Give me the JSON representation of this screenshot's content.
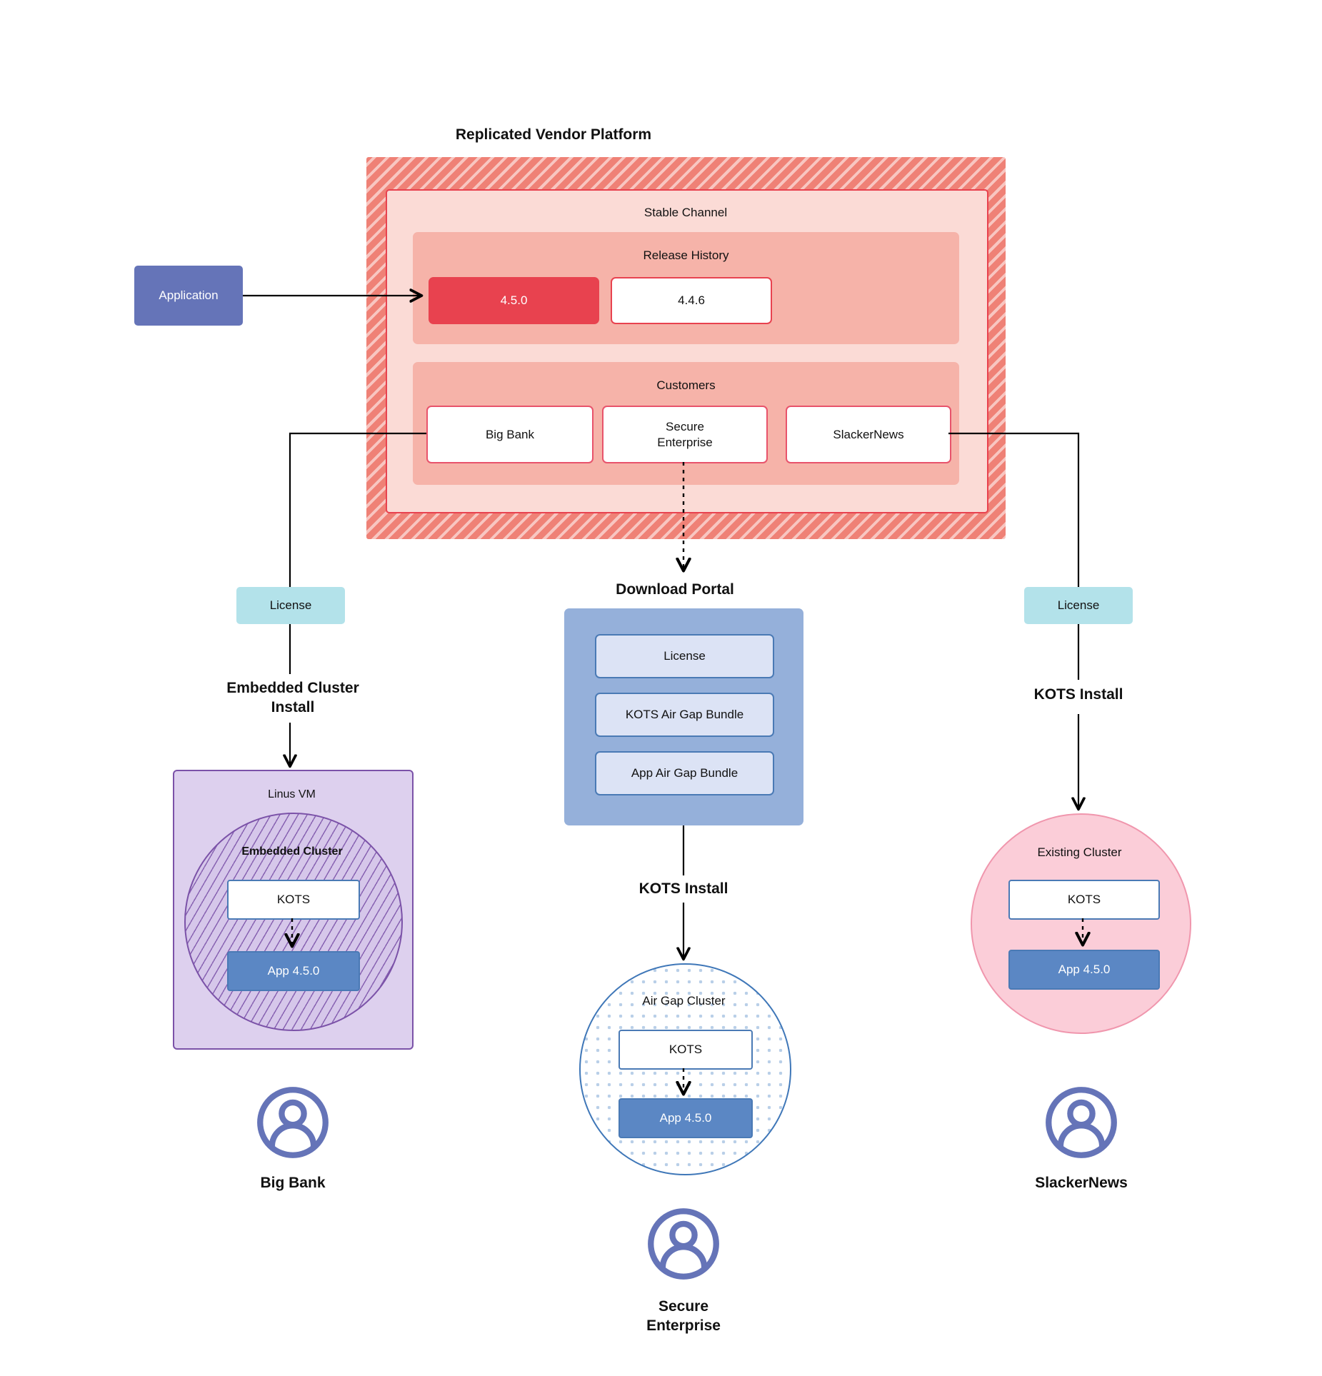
{
  "diagram": {
    "title": "Replicated Vendor Platform",
    "vendor_platform": {
      "channel_label": "Stable Channel",
      "release_history": {
        "label": "Release History",
        "releases": [
          {
            "version": "4.5.0",
            "selected": true
          },
          {
            "version": "4.4.6",
            "selected": false
          }
        ]
      },
      "customers": {
        "label": "Customers",
        "items": [
          {
            "name": "Big Bank"
          },
          {
            "name": "Secure\nEnterprise"
          },
          {
            "name": "SlackerNews"
          }
        ]
      }
    },
    "application_node": {
      "label": "Application"
    },
    "download_portal": {
      "title": "Download  Portal",
      "items": [
        {
          "label": "License"
        },
        {
          "label": "KOTS Air Gap Bundle"
        },
        {
          "label": "App Air Gap Bundle"
        }
      ]
    },
    "branches": {
      "left": {
        "license_label": "License",
        "install_label": "Embedded Cluster\nInstall",
        "vm_label": "Linus VM",
        "cluster_label": "Embedded Cluster",
        "kots_label": "KOTS",
        "app_label": "App 4.5.0",
        "persona": "Big Bank"
      },
      "center": {
        "install_label": "KOTS Install",
        "cluster_label": "Air Gap Cluster",
        "kots_label": "KOTS",
        "app_label": "App 4.5.0",
        "persona": "Secure\nEnterprise"
      },
      "right": {
        "license_label": "License",
        "install_label": "KOTS Install",
        "cluster_label": "Existing Cluster",
        "kots_label": "KOTS",
        "app_label": "App 4.5.0",
        "persona": "SlackerNews"
      }
    },
    "icons": {
      "persona": "user-avatar-icon"
    },
    "colors": {
      "vendor_hatch": "#ef8176",
      "channel_bg": "#fbdbd6",
      "panel_bg": "#f6b3a9",
      "release_selected": "#e8424f",
      "application": "#6574b8",
      "license": "#b3e2ea",
      "portal": "#95b0da",
      "portal_item": "#dce3f5",
      "app_version": "#5b87c4",
      "linux_vm": "#ddd0ee",
      "embedded_cluster": "#7b52a8",
      "air_gap_cluster": "#3f77b8",
      "existing_cluster": "#fbcdd8",
      "persona_icon": "#6574b8"
    }
  }
}
